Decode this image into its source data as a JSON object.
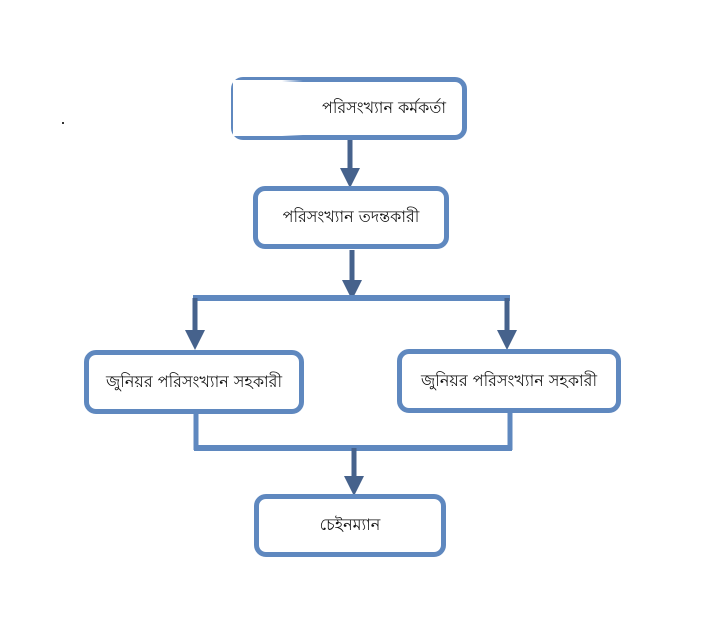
{
  "diagram": {
    "nodes": [
      {
        "id": "officer",
        "label": "পরিসংখ্যান কর্মকর্তা"
      },
      {
        "id": "investigator",
        "label": "পরিসংখ্যান তদন্তকারী"
      },
      {
        "id": "junior-left",
        "label": "জুনিয়র পরিসংখ্যান সহকারী"
      },
      {
        "id": "junior-right",
        "label": "জুনিয়র পরিসংখ্যান সহকারী"
      },
      {
        "id": "chainman",
        "label": "চেইনম্যান"
      }
    ],
    "edges": [
      [
        "officer",
        "investigator"
      ],
      [
        "investigator",
        "junior-left"
      ],
      [
        "investigator",
        "junior-right"
      ],
      [
        "junior-left",
        "chainman"
      ],
      [
        "junior-right",
        "chainman"
      ]
    ],
    "colors": {
      "border": "#5f88bf",
      "connector": "#46628c"
    }
  }
}
